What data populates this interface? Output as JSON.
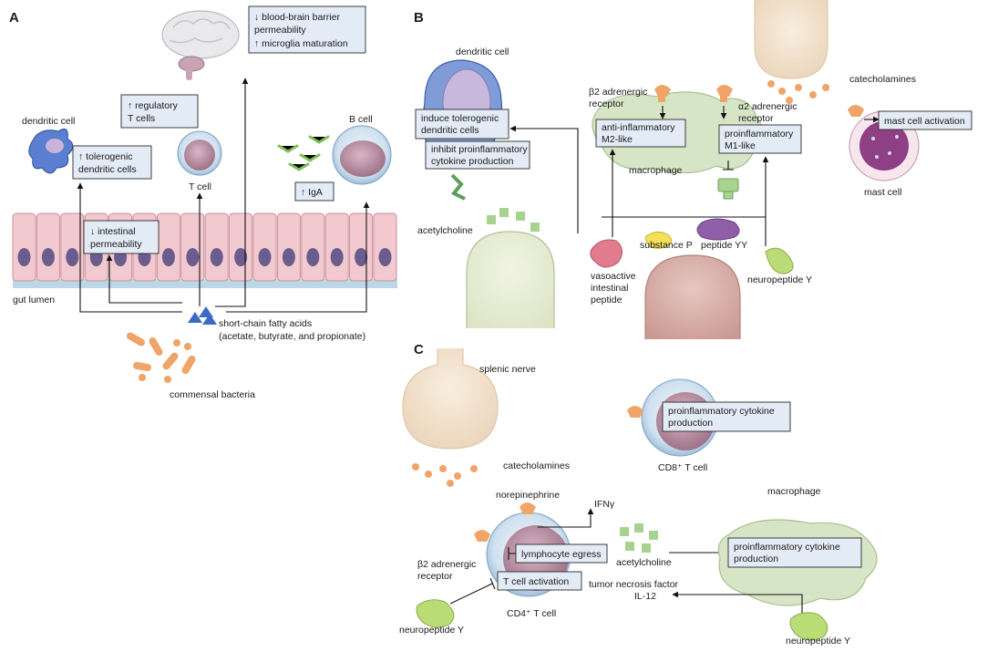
{
  "panels": {
    "a": "A",
    "b": "B",
    "c": "C"
  },
  "panel_a": {
    "brain_effects": [
      "↓ blood-brain barrier",
      "permeability",
      "↑ microglia maturation"
    ],
    "regulatory_t": [
      "↑ regulatory",
      "T cells"
    ],
    "dendritic_cell": "dendritic cell",
    "tolerogenic": [
      "↑ tolerogenic",
      "dendritic cells"
    ],
    "t_cell": "T cell",
    "b_cell": "B cell",
    "iga": "↑ IgA",
    "intestinal": [
      "↓ intestinal",
      "permeability"
    ],
    "gut_lumen": "gut lumen",
    "scfa": [
      "short-chain fatty acids",
      "(acetate, butyrate, and propionate)"
    ],
    "commensal": "commensal bacteria"
  },
  "panel_b": {
    "dendritic_cell": "dendritic cell",
    "induce": [
      "induce tolerogenic",
      "dendritic cells"
    ],
    "inhibit": [
      "inhibit proinflammatory",
      "cytokine production"
    ],
    "acetylcholine": "acetylcholine",
    "b2_receptor": [
      "β2 adrenergic",
      "receptor"
    ],
    "a2_receptor": [
      "α2 adrenergic",
      "receptor"
    ],
    "anti": [
      "anti-inflammatory",
      "M2-like"
    ],
    "pro": [
      "proinflammatory",
      "M1-like"
    ],
    "macrophage": "macrophage",
    "catecholamines": "catecholamines",
    "mast_activation": "mast cell activation",
    "mast_cell": "mast cell",
    "substance_p": "substance P",
    "peptide_yy": "peptide YY",
    "vip": [
      "vasoactive",
      "intestinal",
      "peptide"
    ],
    "npy": "neuropeptide Y"
  },
  "panel_c": {
    "splenic_nerve": "splenic nerve",
    "cd8_box": [
      "proinflammatory cytokine",
      "production"
    ],
    "cd8_cell": "CD8⁺ T cell",
    "catecholamines": "catecholamines",
    "macrophage": "macrophage",
    "norepinephrine": "norepinephrine",
    "ifn": "IFNγ",
    "egress": "lymphocyte egress",
    "acetylcholine": "acetylcholine",
    "mac_box": [
      "proinflammatory cytokine",
      "production"
    ],
    "b2_receptor": [
      "β2 adrenergic",
      "receptor"
    ],
    "tcell_activation": "T cell activation",
    "tnf": [
      "tumor necrosis factor",
      "IL-12"
    ],
    "cd4_cell": "CD4⁺ T cell",
    "npy_left": "neuropeptide Y",
    "npy_right": "neuropeptide Y"
  }
}
